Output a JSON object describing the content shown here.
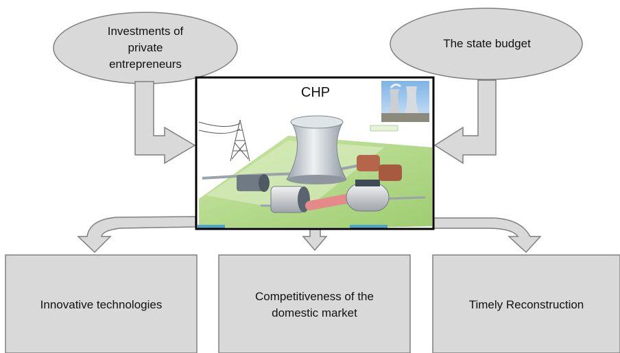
{
  "sources": {
    "left": "Investments of\nprivate\nentrepreneurs",
    "right": "The state budget"
  },
  "center": {
    "title": "CHP",
    "illustration": "power-plant-illustration"
  },
  "outcomes": [
    "Innovative technologies",
    "Competitiveness of the\ndomestic market",
    "Timely Reconstruction"
  ],
  "colors": {
    "shape_fill": "#d9d9d9",
    "shape_stroke": "#7f7f7f",
    "center_border": "#000000"
  }
}
